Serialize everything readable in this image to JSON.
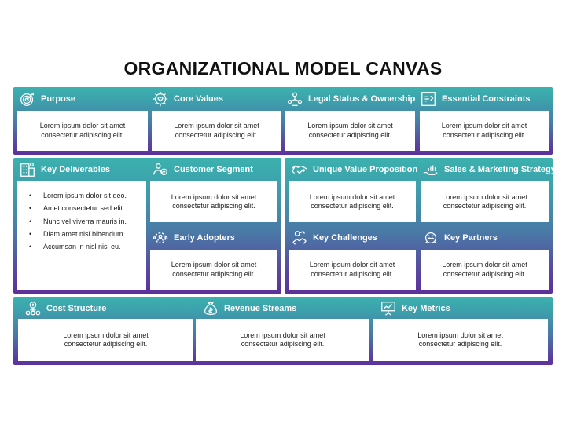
{
  "title": "ORGANIZATIONAL MODEL CANVAS",
  "placeholder": {
    "line1": "Lorem ipsum dolor sit amet",
    "line2": "consectetur adipiscing elit."
  },
  "sections": {
    "purpose": "Purpose",
    "core_values": "Core Values",
    "legal_status": "Legal Status & Ownership",
    "essential_constraints": "Essential Constraints",
    "key_deliverables": "Key Deliverables",
    "customer_segment": "Customer Segment",
    "early_adopters": "Early Adopters",
    "unique_value": "Unique Value Proposition",
    "sales_marketing": "Sales & Marketing Strategy",
    "key_challenges": "Key Challenges",
    "key_partners": "Key Partners",
    "cost_structure": "Cost Structure",
    "revenue_streams": "Revenue Streams",
    "key_metrics": "Key Metrics"
  },
  "deliverables_list": [
    "Lorem ipsum dolor sit deo.",
    "Amet consectetur sed elit.",
    "Nunc vel viverra mauris in.",
    "Diam amet nisl bibendum.",
    "Accumsan in nisl nisi eu."
  ],
  "colors": {
    "gradient_top": "#3cb1ae",
    "gradient_bottom": "#5e2f9c",
    "heading_text": "#ffffff",
    "title_text": "#111111"
  },
  "icons": {
    "purpose": "target-icon",
    "core_values": "gear-heart-icon",
    "legal_status": "people-network-icon",
    "essential_constraints": "constraint-box-icon",
    "key_deliverables": "building-grid-icon",
    "customer_segment": "user-segment-icon",
    "early_adopters": "team-gear-icon",
    "unique_value": "handshake-icon",
    "sales_marketing": "chart-hand-icon",
    "key_challenges": "challenge-handshake-icon",
    "key_partners": "partners-icon",
    "cost_structure": "cost-icon",
    "revenue_streams": "money-bag-icon",
    "key_metrics": "metrics-board-icon"
  }
}
